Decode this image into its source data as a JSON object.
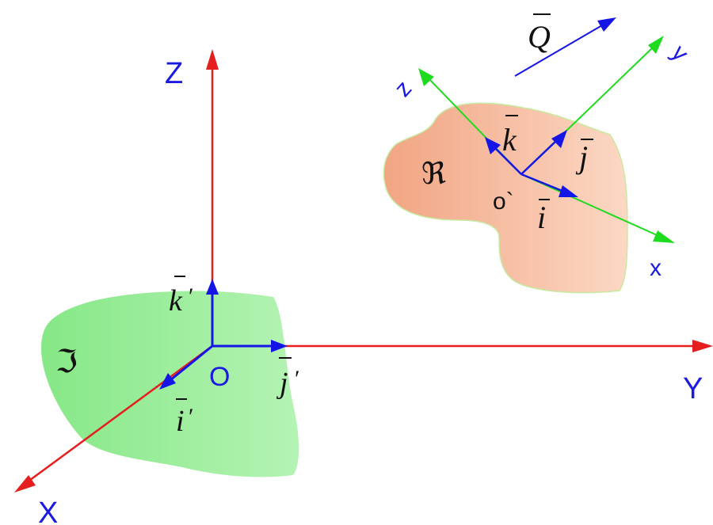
{
  "colors": {
    "fixed_axis": "#e51e1e",
    "moving_axis": "#1fdb1f",
    "unit_vector": "#1515e6",
    "label_blue": "#1a1ae0",
    "body_fixed_fill": "#8ee88e",
    "body_moving_fill": "#f3a987",
    "text_black": "#111111"
  },
  "fixed_frame": {
    "axis_x": "X",
    "axis_y": "Y",
    "axis_z": "Z",
    "origin": "O",
    "unit_i": "i",
    "unit_j": "j",
    "unit_k": "k",
    "prime": "′",
    "body_symbol": "ℑ"
  },
  "moving_frame": {
    "axis_x": "x",
    "axis_y": "y",
    "axis_z": "z",
    "origin": "o`",
    "unit_i": "i",
    "unit_j": "j",
    "unit_k": "k",
    "body_symbol": "ℜ"
  },
  "vector_q": "Q"
}
